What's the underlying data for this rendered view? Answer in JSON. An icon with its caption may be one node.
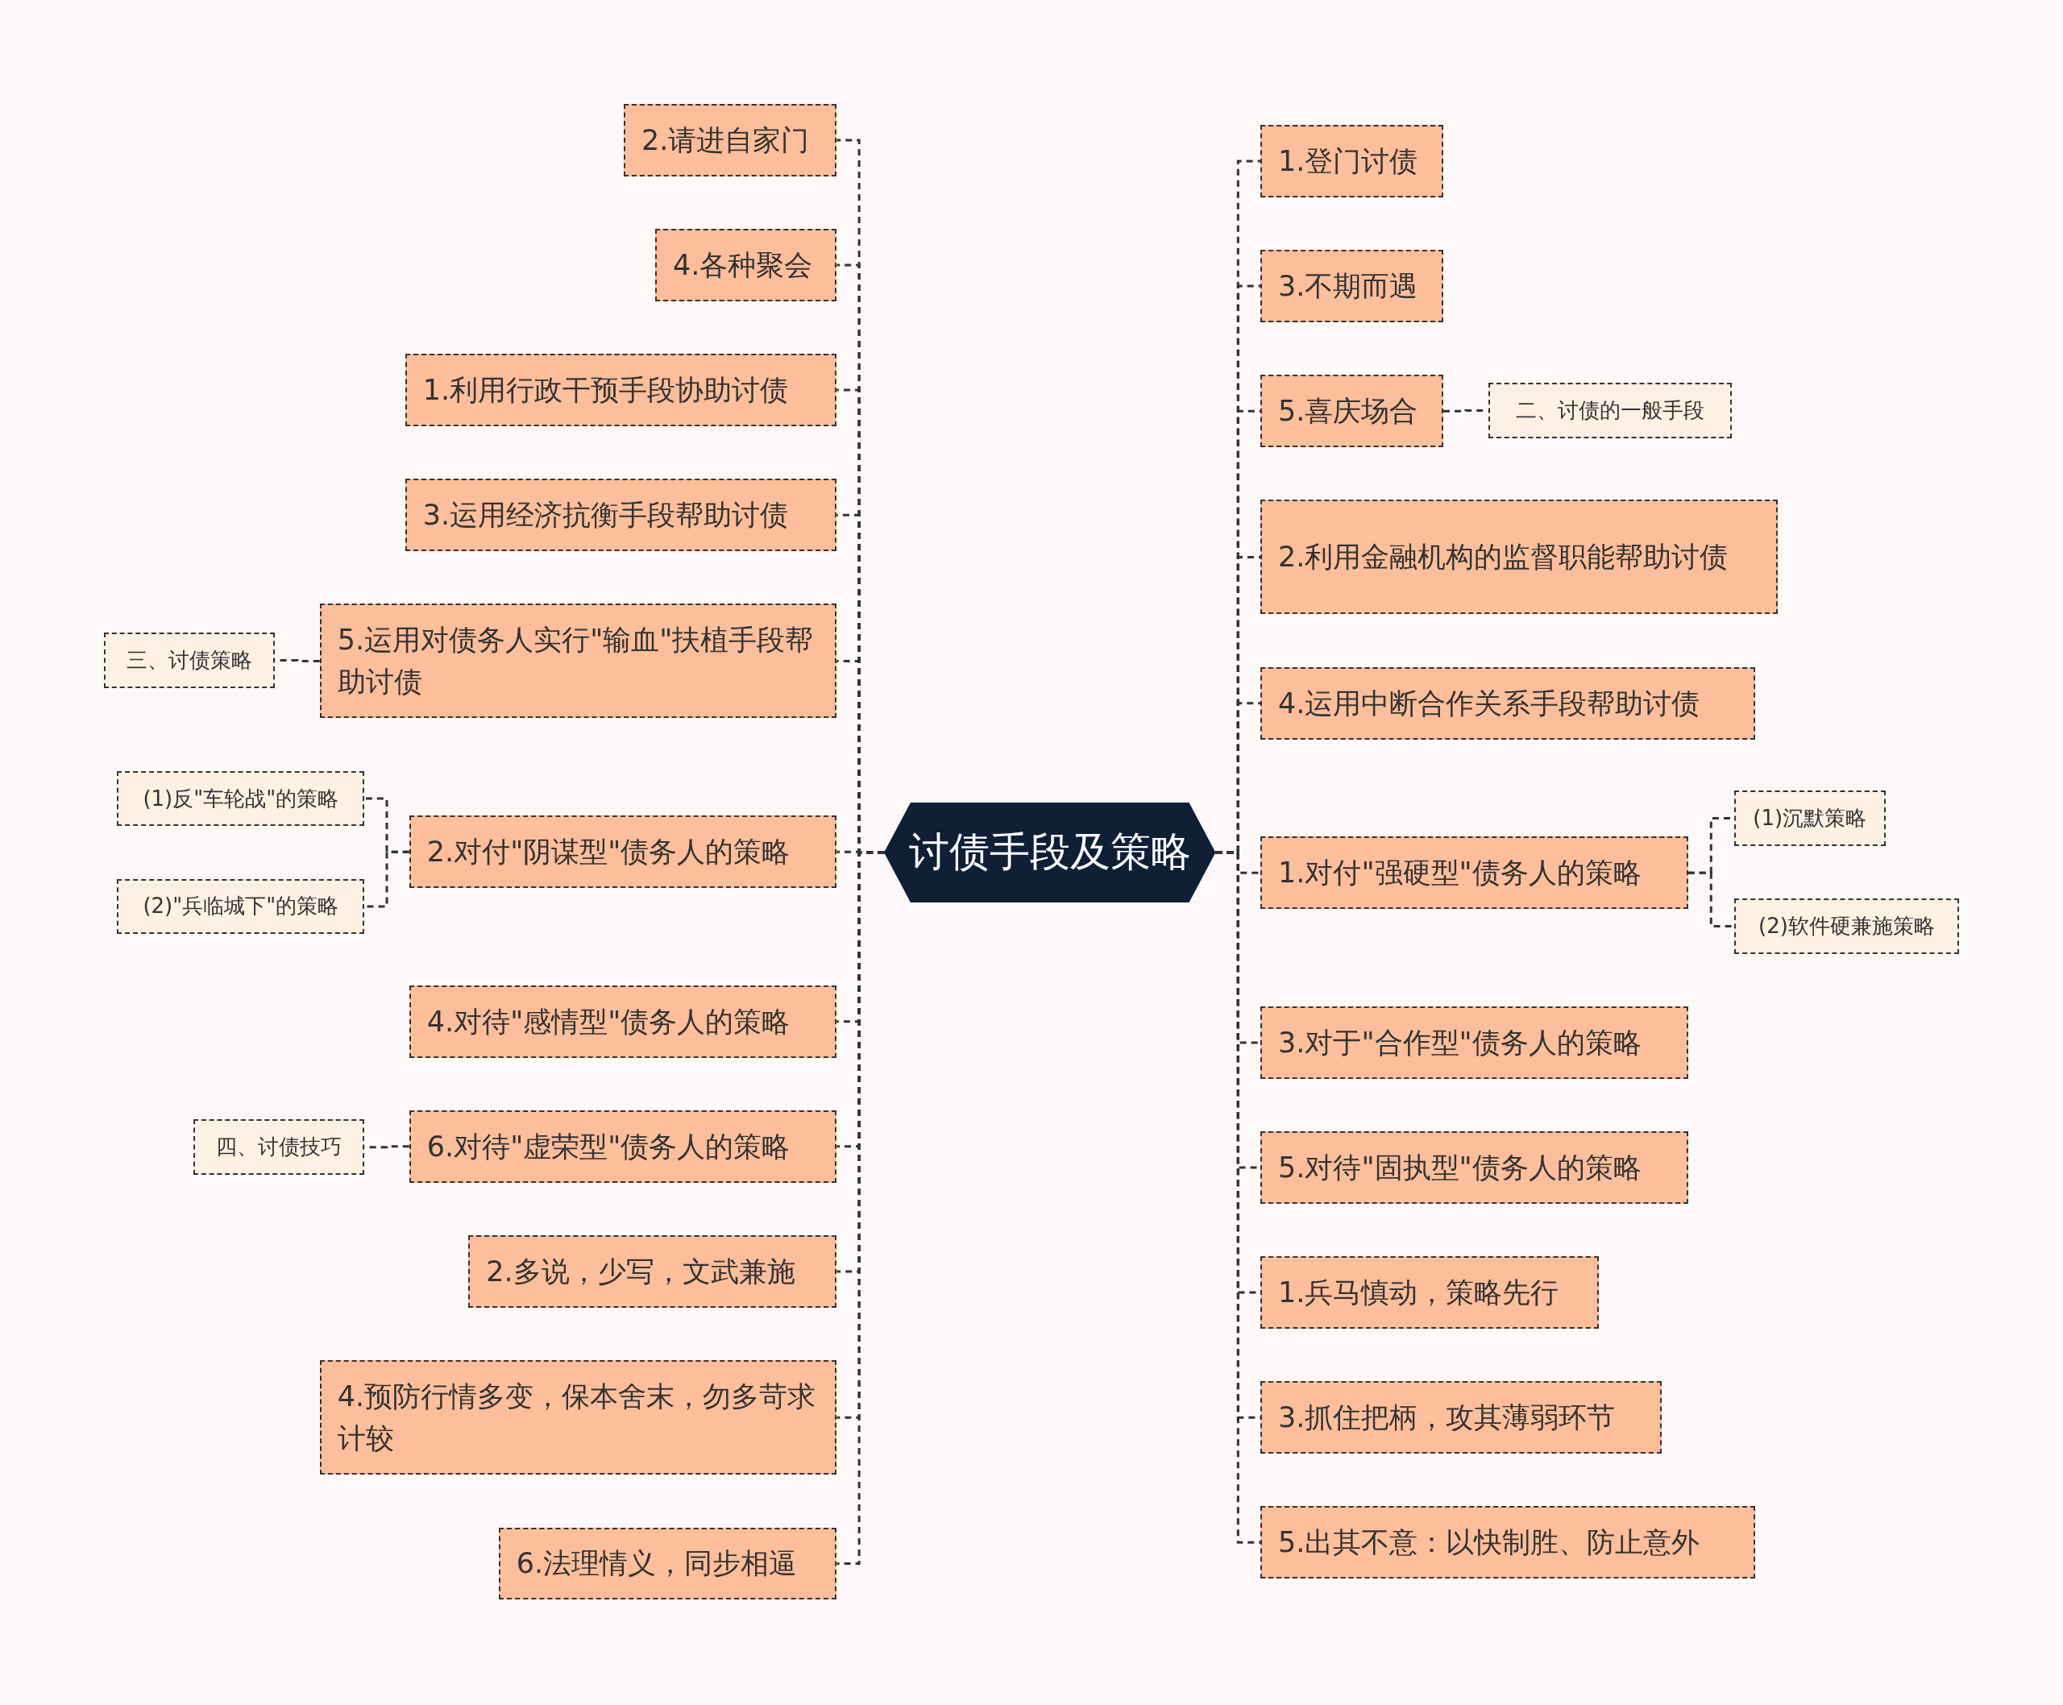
{
  "diagram": {
    "nodes": [
      {
        "text": [
          "讨债手段及策略"
        ]
      },
      {
        "text": [
          "2.请进自家门"
        ]
      },
      {
        "text": [
          "4.各种聚会"
        ]
      },
      {
        "text": [
          "1.利用行政干预手段协助讨债"
        ]
      },
      {
        "text": [
          "3.运用经济抗衡手段帮助讨债"
        ]
      },
      {
        "text": [
          "5.运用对债务人实行\"输血\"扶植手段帮助讨债"
        ]
      },
      {
        "text": [
          "三、讨债策略"
        ]
      },
      {
        "text": [
          "2.对付\"阴谋型\"债务人的策略"
        ]
      },
      {
        "text": [
          "(1)反\"车轮战\"的策略"
        ]
      },
      {
        "text": [
          "(2)\"兵临城下\"的策略"
        ]
      },
      {
        "text": [
          "4.对待\"感情型\"债务人的策略"
        ]
      },
      {
        "text": [
          "6.对待\"虚荣型\"债务人的策略"
        ]
      },
      {
        "text": [
          "四、讨债技巧"
        ]
      },
      {
        "text": [
          "2.多说，少写，文武兼施"
        ]
      },
      {
        "text": [
          "4.预防行情多变，保本舍末，勿多苛求计较"
        ]
      },
      {
        "text": [
          "6.法理情义，同步相逼"
        ]
      },
      {
        "text": [
          "1.登门讨债"
        ]
      },
      {
        "text": [
          "3.不期而遇"
        ]
      },
      {
        "text": [
          "5.喜庆场合"
        ]
      },
      {
        "text": [
          "二、讨债的一般手段"
        ]
      },
      {
        "text": [
          "2.利用金融机构的监督职能帮助讨债"
        ]
      },
      {
        "text": [
          "4.运用中断合作关系手段帮助讨债"
        ]
      },
      {
        "text": [
          "1.对付\"强硬型\"债务人的策略"
        ]
      },
      {
        "text": [
          "(1)沉默策略"
        ]
      },
      {
        "text": [
          "(2)软件硬兼施策略"
        ]
      },
      {
        "text": [
          "3.对于\"合作型\"债务人的策略"
        ]
      },
      {
        "text": [
          "5.对待\"固执型\"债务人的策略"
        ]
      },
      {
        "text": [
          "1.兵马慎动，策略先行"
        ]
      },
      {
        "text": [
          "3.抓住把柄，攻其薄弱环节"
        ]
      },
      {
        "text": [
          "5.出其不意：以快制胜、防止意外"
        ]
      }
    ],
    "edges": [
      {
        "from": 0,
        "to": 1,
        "arrow": "none",
        "style": "dashed"
      },
      {
        "from": 0,
        "to": 2,
        "arrow": "none",
        "style": "dashed"
      },
      {
        "from": 0,
        "to": 3,
        "arrow": "none",
        "style": "dashed"
      },
      {
        "from": 0,
        "to": 4,
        "arrow": "none",
        "style": "dashed"
      },
      {
        "from": 0,
        "to": 5,
        "arrow": "none",
        "style": "dashed"
      },
      {
        "from": 5,
        "to": 6,
        "arrow": "none",
        "style": "dashed"
      },
      {
        "from": 0,
        "to": 7,
        "arrow": "none",
        "style": "dashed"
      },
      {
        "from": 7,
        "to": 8,
        "arrow": "none",
        "style": "dashed"
      },
      {
        "from": 7,
        "to": 9,
        "arrow": "none",
        "style": "dashed"
      },
      {
        "from": 0,
        "to": 10,
        "arrow": "none",
        "style": "dashed"
      },
      {
        "from": 0,
        "to": 11,
        "arrow": "none",
        "style": "dashed"
      },
      {
        "from": 11,
        "to": 12,
        "arrow": "none",
        "style": "dashed"
      },
      {
        "from": 0,
        "to": 13,
        "arrow": "none",
        "style": "dashed"
      },
      {
        "from": 0,
        "to": 14,
        "arrow": "none",
        "style": "dashed"
      },
      {
        "from": 0,
        "to": 15,
        "arrow": "none",
        "style": "dashed"
      },
      {
        "from": 0,
        "to": 16,
        "arrow": "none",
        "style": "dashed"
      },
      {
        "from": 0,
        "to": 17,
        "arrow": "none",
        "style": "dashed"
      },
      {
        "from": 0,
        "to": 18,
        "arrow": "none",
        "style": "dashed"
      },
      {
        "from": 18,
        "to": 19,
        "arrow": "none",
        "style": "dashed"
      },
      {
        "from": 0,
        "to": 20,
        "arrow": "none",
        "style": "dashed"
      },
      {
        "from": 0,
        "to": 21,
        "arrow": "none",
        "style": "dashed"
      },
      {
        "from": 0,
        "to": 22,
        "arrow": "none",
        "style": "dashed"
      },
      {
        "from": 22,
        "to": 23,
        "arrow": "none",
        "style": "dashed"
      },
      {
        "from": 22,
        "to": 24,
        "arrow": "none",
        "style": "dashed"
      },
      {
        "from": 0,
        "to": 25,
        "arrow": "none",
        "style": "dashed"
      },
      {
        "from": 0,
        "to": 26,
        "arrow": "none",
        "style": "dashed"
      },
      {
        "from": 0,
        "to": 27,
        "arrow": "none",
        "style": "dashed"
      },
      {
        "from": 0,
        "to": 28,
        "arrow": "none",
        "style": "dashed"
      },
      {
        "from": 0,
        "to": 29,
        "arrow": "none",
        "style": "dashed"
      }
    ]
  }
}
